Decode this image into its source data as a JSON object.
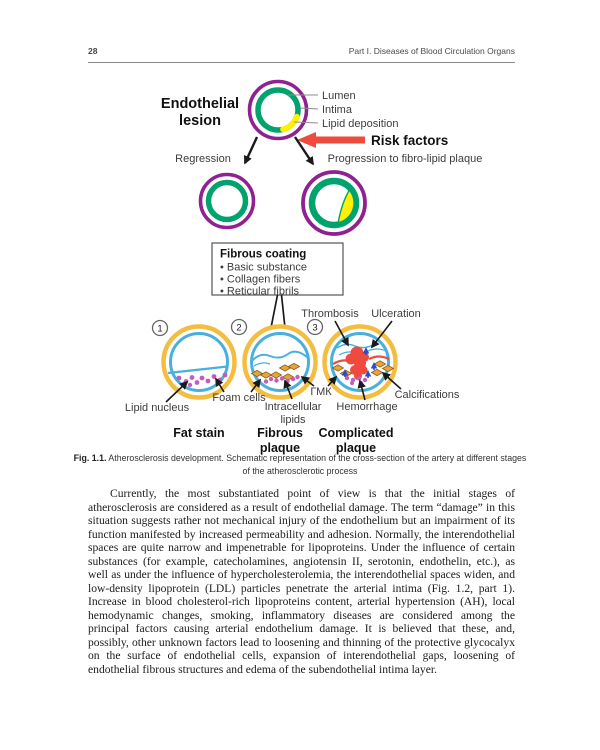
{
  "header": {
    "page_number": "28",
    "title": "Part I. Diseases of Blood Circulation Organs"
  },
  "figure": {
    "endothelial_line1": "Endothelial",
    "endothelial_line2": "lesion",
    "lumen": "Lumen",
    "intima": "Intima",
    "lipid_deposition": "Lipid deposition",
    "risk_factors": "Risk factors",
    "regression": "Regression",
    "progression": "Progression to fibro-lipid plaque",
    "fibrous_title": "Fibrous coating",
    "fibrous_item1": "• Basic substance",
    "fibrous_item2": "• Collagen fibers",
    "fibrous_item3": "• Reticular fibrils",
    "thrombosis": "Thrombosis",
    "ulceration": "Ulceration",
    "badge1": "1",
    "badge2": "2",
    "badge3": "3",
    "gmk": "ГМК",
    "calcifications": "Calcifications",
    "foam_cells": "Foam cells",
    "lipid_nucleus": "Lipid nucleus",
    "intracellular_line1": "Intracellular",
    "intracellular_line2": "lipids",
    "hemorrhage": "Hemorrhage",
    "stage1": "Fat stain",
    "stage2_line1": "Fibrous",
    "stage2_line2": "plaque",
    "stage3_line1": "Complicated",
    "stage3_line2": "plaque",
    "colors": {
      "artery_purple": "#8F2191",
      "intima_green": "#00A36D",
      "lipid_yellow": "#FFF100",
      "risk_red": "#EE4B3E",
      "media_gold": "#F4BD40",
      "intima_blue": "#47B0DF",
      "foam_pink": "#BF5EBE",
      "smc_orange": "#E8A33D",
      "hemorrhage_blue": "#2B4EC8"
    }
  },
  "caption": {
    "fig_label": "Fig. 1.1.",
    "text": "Atherosclerosis development. Schematic representation of the cross-section of the artery at different stages of the atherosclerotic process"
  },
  "body": {
    "paragraph": "Currently, the most substantiated point of view is that the initial stages of atherosclerosis are considered as a result of endothelial damage. The term “damage” in this situation suggests rather not mechanical injury of the endothelium but an impairment of its function manifested by increased permeability and adhesion. Normally, the interendothelial spaces are quite narrow and impenetrable for lipoproteins. Under the influence of certain substances (for example, catecholamines, angiotensin II, serotonin, endothelin, etc.), as well as under the influence of hypercholesterolemia, the interendothelial spaces widen, and low-density lipoprotein (LDL) particles penetrate the arterial intima (Fig. 1.2, part 1). Increase in blood cholesterol-rich lipoproteins content, arterial hypertension (AH), local hemodynamic changes, smoking, inflammatory diseases are considered among the principal factors causing arterial endothelium damage. It is believed that these, and, possibly, other unknown factors lead to loosening and thinning of the protective glycocalyx on the surface of endothelial cells, expansion of interendothelial gaps, loosening of endothelial fibrous structures and edema of the subendothelial intima layer."
  }
}
